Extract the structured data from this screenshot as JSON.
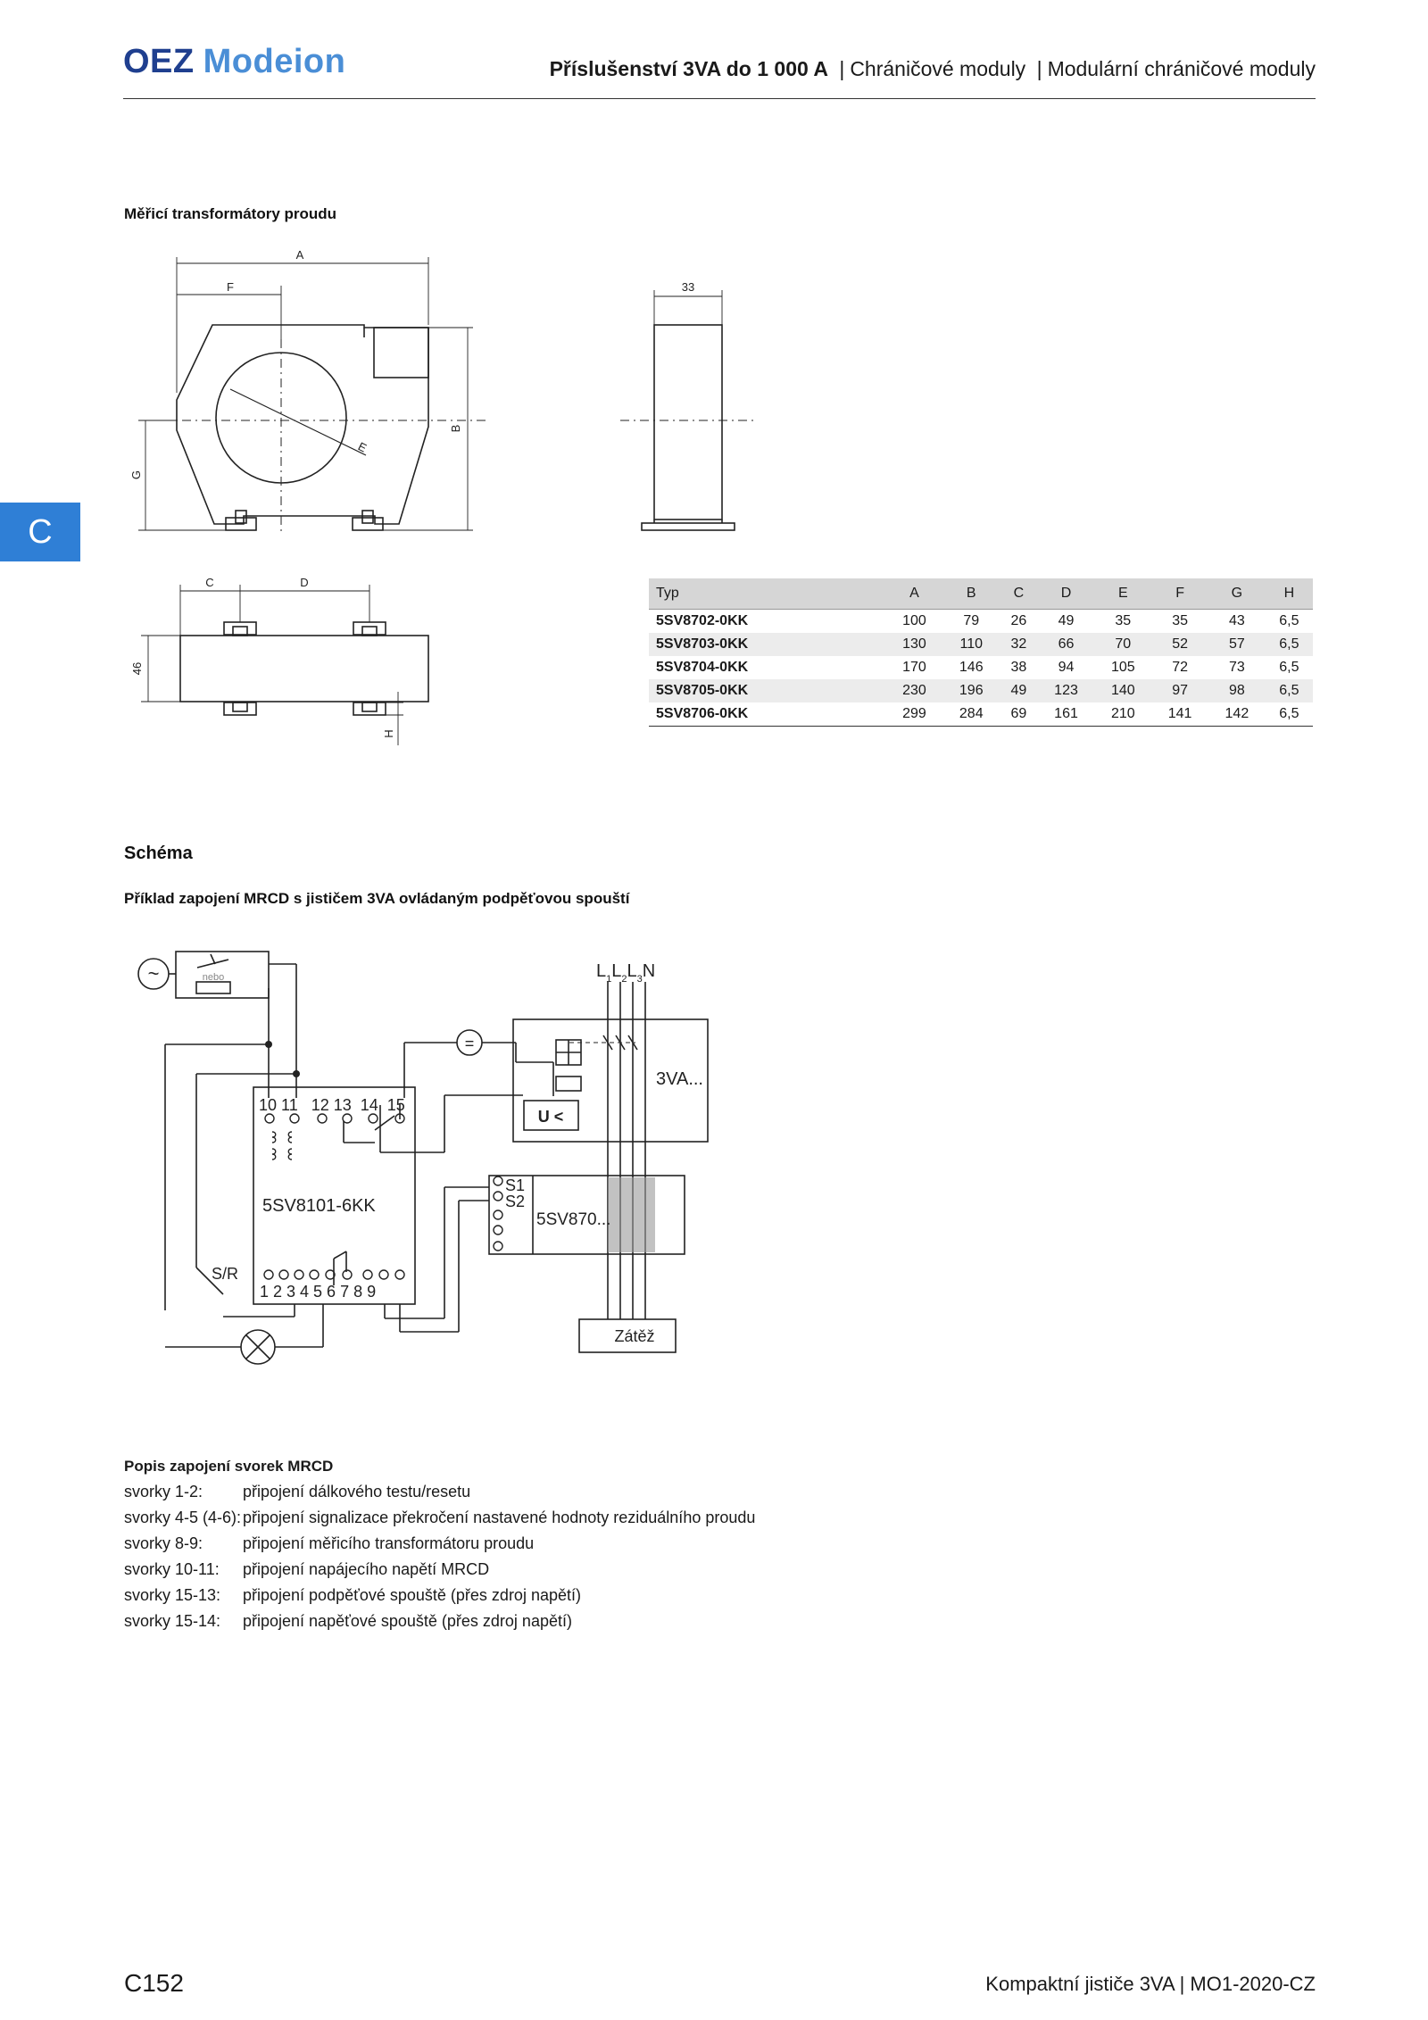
{
  "header": {
    "logo_brand": "OEZ",
    "logo_product": "Modeion",
    "title_bold": "Příslušenství 3VA do 1 000 A",
    "title_sep": "|",
    "title_part2": "Chráničové moduly",
    "title_part3": "Modulární chráničové moduly"
  },
  "side_tab": "C",
  "section1": {
    "heading": "Měřicí transformátory proudu"
  },
  "drawing_labels": {
    "A": "A",
    "B": "B",
    "C": "C",
    "D": "D",
    "E": "E",
    "F": "F",
    "G": "G",
    "H": "H",
    "w33": "33",
    "h46": "46"
  },
  "dimension_table": {
    "headers": [
      "Typ",
      "A",
      "B",
      "C",
      "D",
      "E",
      "F",
      "G",
      "H"
    ],
    "rows": [
      [
        "5SV8702-0KK",
        "100",
        "79",
        "26",
        "49",
        "35",
        "35",
        "43",
        "6,5"
      ],
      [
        "5SV8703-0KK",
        "130",
        "110",
        "32",
        "66",
        "70",
        "52",
        "57",
        "6,5"
      ],
      [
        "5SV8704-0KK",
        "170",
        "146",
        "38",
        "94",
        "105",
        "72",
        "73",
        "6,5"
      ],
      [
        "5SV8705-0KK",
        "230",
        "196",
        "49",
        "123",
        "140",
        "97",
        "98",
        "6,5"
      ],
      [
        "5SV8706-0KK",
        "299",
        "284",
        "69",
        "161",
        "210",
        "141",
        "142",
        "6,5"
      ]
    ]
  },
  "schema": {
    "heading": "Schéma",
    "subheading": "Příklad zapojení MRCD s jističem 3VA ovládaným podpěťovou spouští",
    "labels": {
      "ac": "~",
      "dc": "=",
      "nebo": "nebo",
      "L": "L",
      "one": "1",
      "two": "2",
      "three": "3",
      "N": "N",
      "breaker": "3VA...",
      "undervoltage": "U <",
      "terminals_top": "10 11   12 13  14  15",
      "module": "5SV8101-6KK",
      "s1": "S1",
      "s2": "S2",
      "transformer": "5SV870...",
      "sr": "S/R",
      "terminals_bottom": "1 2 3 4 5 6 7 8 9",
      "load": "Zátěž"
    }
  },
  "legend": {
    "title": "Popis zapojení svorek MRCD",
    "rows": [
      {
        "key": "svorky 1-2:",
        "text": "připojení dálkového testu/resetu"
      },
      {
        "key": "svorky 4-5 (4-6):",
        "text": "připojení signalizace překročení nastavené hodnoty reziduálního proudu"
      },
      {
        "key": "svorky 8-9:",
        "text": "připojení měřicího transformátoru proudu"
      },
      {
        "key": "svorky 10-11:",
        "text": "připojení napájecího napětí MRCD"
      },
      {
        "key": "svorky 15-13:",
        "text": "připojení podpěťové spouště (přes zdroj napětí)"
      },
      {
        "key": "svorky 15-14:",
        "text": "připojení napěťové spouště (přes zdroj napětí)"
      }
    ]
  },
  "footer": {
    "page_number": "C152",
    "doc_left": "Kompaktní jističe 3VA",
    "doc_sep": "|",
    "doc_right": "MO1-2020-CZ"
  }
}
